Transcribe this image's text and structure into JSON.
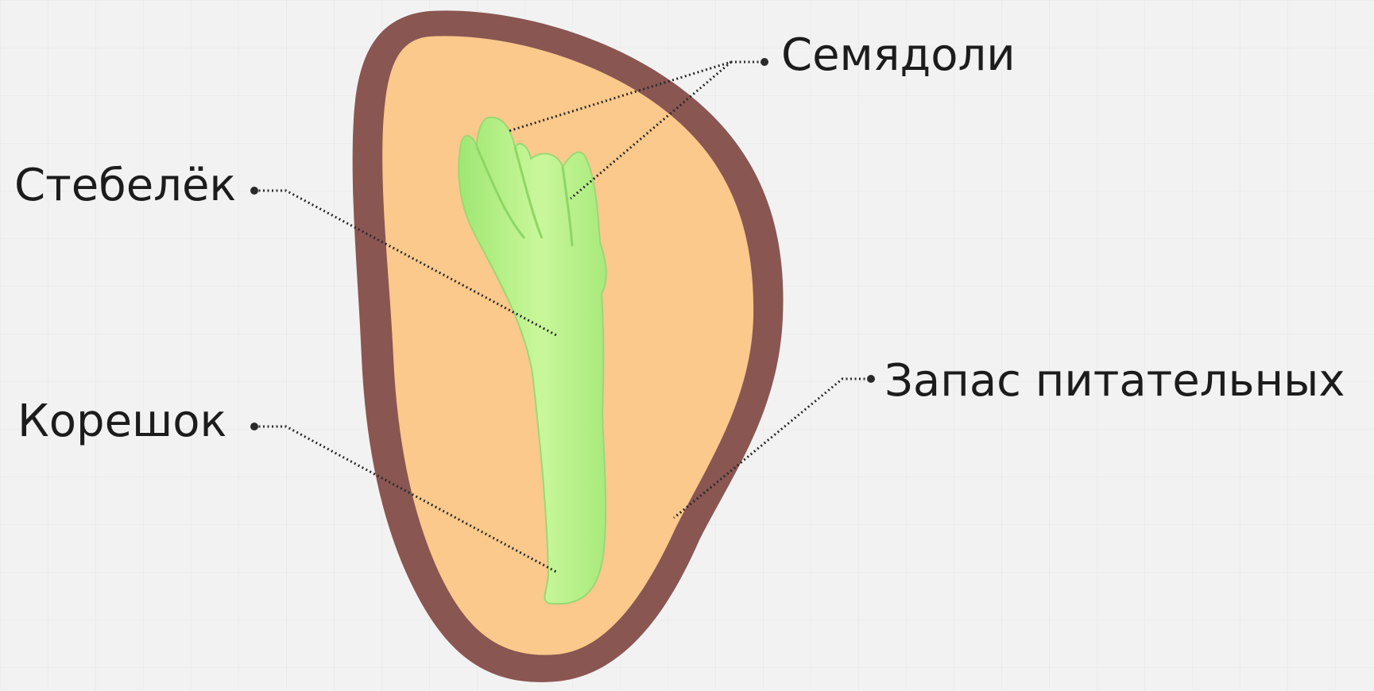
{
  "labels": {
    "cotyledons": "Семядоли",
    "stem": "Стебелёк",
    "root": "Корешок",
    "reserve": "Запас питательных"
  },
  "colors": {
    "seed_coat": "#8a5652",
    "endosperm": "#fac98b",
    "embryo": "#b6f08a",
    "text": "#1c1c1c",
    "background": "#f2f2f2"
  }
}
